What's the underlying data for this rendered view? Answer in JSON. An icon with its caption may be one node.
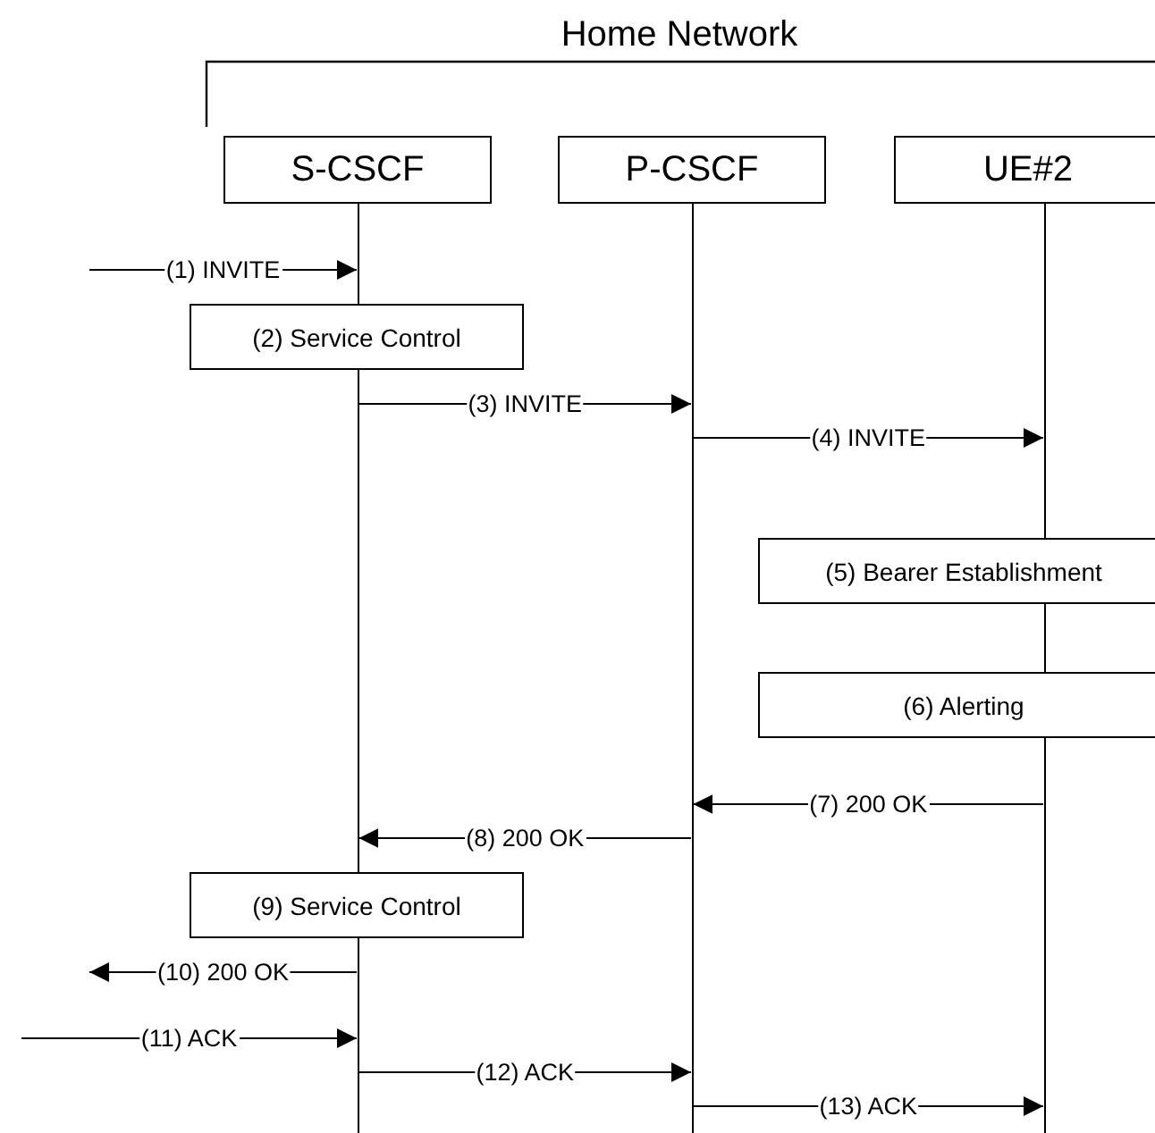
{
  "diagram": {
    "nodes": [
      {
        "text": [
          "S-CSCF"
        ]
      },
      {
        "text": [
          "P-CSCF"
        ]
      },
      {
        "text": [
          "UE#2"
        ]
      },
      {
        "text": [],
        "shape": "bar"
      },
      {
        "text": [],
        "shape": "bar"
      },
      {
        "text": [],
        "shape": "bar"
      },
      {
        "text": [
          "(2) Service Control"
        ]
      },
      {
        "text": [
          "(5) Bearer Establishment"
        ]
      },
      {
        "text": [
          "(6) Alerting"
        ]
      },
      {
        "text": [
          "(9) Service Control"
        ]
      }
    ],
    "edges": [
      {
        "from": null,
        "to": 3,
        "arrow": "to",
        "label": "(1) INVITE"
      },
      {
        "from": 3,
        "to": 4,
        "arrow": "to",
        "label": "(3) INVITE"
      },
      {
        "from": 4,
        "to": 5,
        "arrow": "to",
        "label": "(4) INVITE"
      },
      {
        "from": 5,
        "to": 4,
        "arrow": "to",
        "label": "(7) 200 OK"
      },
      {
        "from": 4,
        "to": 3,
        "arrow": "to",
        "label": "(8) 200 OK"
      },
      {
        "from": 3,
        "to": null,
        "arrow": "to",
        "label": "(10) 200 OK"
      },
      {
        "from": null,
        "to": 3,
        "arrow": "to",
        "label": "(11) ACK"
      },
      {
        "from": 3,
        "to": 4,
        "arrow": "to",
        "label": "(12) ACK"
      },
      {
        "from": 4,
        "to": 5,
        "arrow": "to",
        "label": "(13) ACK"
      }
    ],
    "labels": [
      "Home Network"
    ]
  }
}
